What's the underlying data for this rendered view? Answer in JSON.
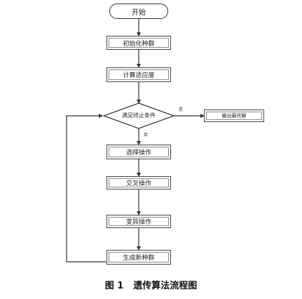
{
  "flowchart": {
    "start": "开始",
    "init": "初始化种群",
    "fitness": "计算适应度",
    "decision": "满足终止条件",
    "output": "输出最优解",
    "yes": "是",
    "no": "否",
    "selection": "选择操作",
    "crossover": "交叉操作",
    "mutation": "变异操作",
    "new_population": "生成新种群"
  },
  "caption": {
    "number": "图 1",
    "title": "遗传算法流程图"
  }
}
